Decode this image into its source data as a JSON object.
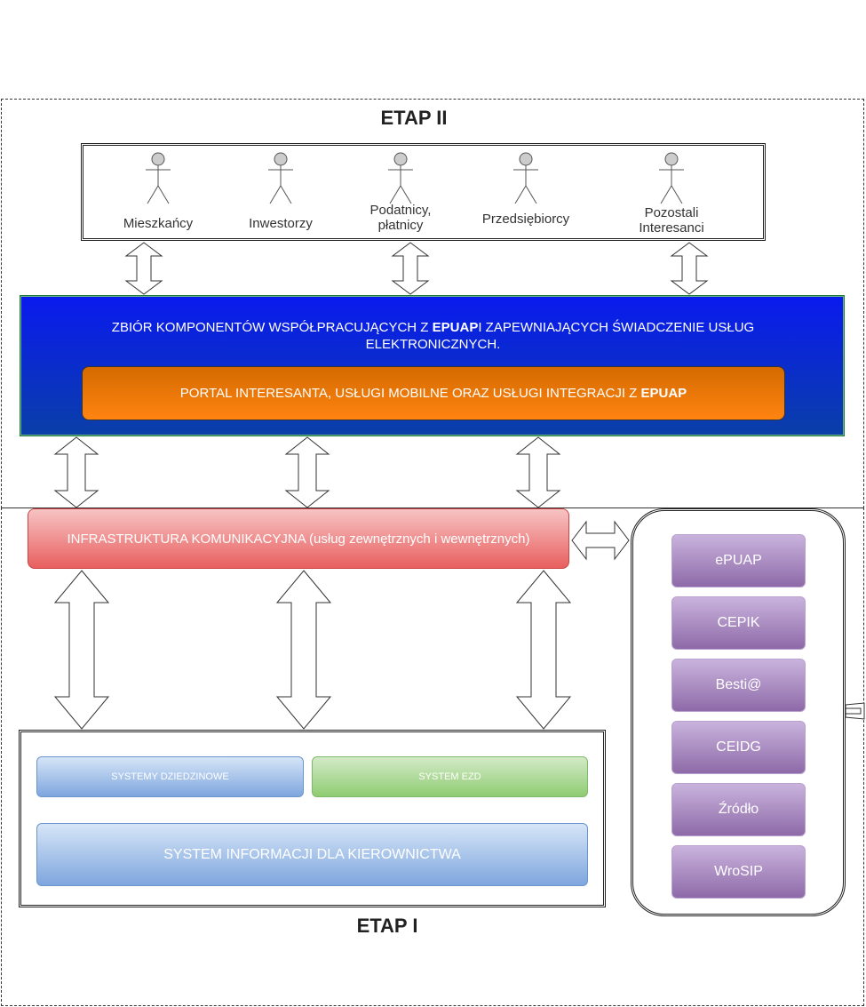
{
  "etap2": {
    "title": "ETAP II"
  },
  "actors": [
    {
      "label": "Mieszkańcy"
    },
    {
      "label": "Inwestorzy"
    },
    {
      "label": "Podatnicy, płatnicy"
    },
    {
      "label": "Przedsiębiorcy"
    },
    {
      "label": "Pozostali Interesanci"
    }
  ],
  "components_panel": {
    "text_before": "ZBIÓR KOMPONENTÓW WSPÓŁPRACUJĄCYCH Z ",
    "text_bold": "EPUAP",
    "text_after": "I ZAPEWNIAJĄCYCH ŚWIADCZENIE USŁUG ELEKTRONICZNYCH.",
    "portal_before": "PORTAL INTERESANTA, USŁUGI MOBILNE ORAZ USŁUGI INTEGRACJI Z ",
    "portal_bold": "EPUAP"
  },
  "infrastructure": {
    "label": "INFRASTRUKTURA KOMUNIKACYJNA (usług zewnętrznych i wewnętrznych)"
  },
  "external_systems": [
    {
      "label": "ePUAP"
    },
    {
      "label": "CEPIK"
    },
    {
      "label": "Besti@"
    },
    {
      "label": "CEIDG"
    },
    {
      "label": "Źródło"
    },
    {
      "label": "WroSIP"
    }
  ],
  "etap1": {
    "title": "ETAP I",
    "systems_domain": "SYSTEMY DZIEDZINOWE",
    "system_ezd": "SYSTEM EZD",
    "management_system": "SYSTEM INFORMACJI DLA KIEROWNICTWA"
  },
  "colors": {
    "blue_panel": "#0a1aef",
    "orange_bar": "#ff8410",
    "red_bar": "#e85f5f",
    "purple_buttons": "#8e6aa8",
    "blue_buttons": "#7ea6de",
    "green_button": "#8fcc72"
  }
}
